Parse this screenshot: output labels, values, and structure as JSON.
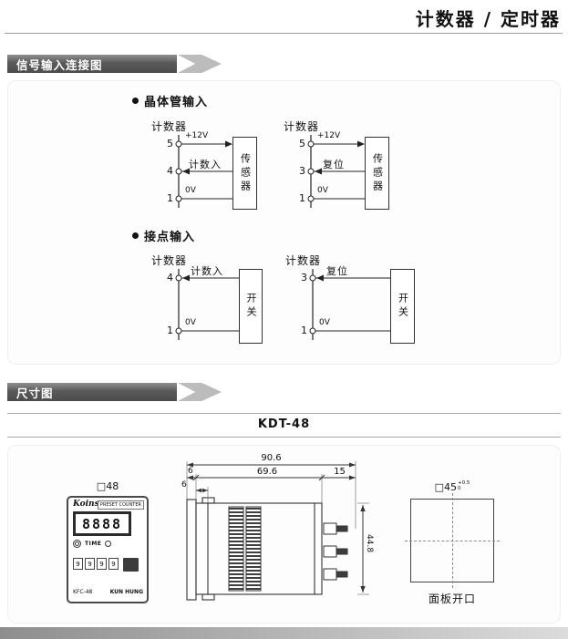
{
  "page": {
    "title": "计数器 / 定时器"
  },
  "banners": {
    "signal": "信号输入连接图",
    "dimensions": "尺寸图"
  },
  "signal_section": {
    "transistor": {
      "heading": "晶体管输入",
      "diagrams": [
        {
          "device": "计数器",
          "terminals": [
            "5",
            "4",
            "1"
          ],
          "wire_labels": [
            "+12V",
            "计数入",
            "0V"
          ],
          "target": "传感器"
        },
        {
          "device": "计数器",
          "terminals": [
            "5",
            "3",
            "1"
          ],
          "wire_labels": [
            "+12V",
            "复位",
            "0V"
          ],
          "target": "传感器"
        }
      ]
    },
    "contact": {
      "heading": "接点输入",
      "diagrams": [
        {
          "device": "计数器",
          "terminals": [
            "4",
            "1"
          ],
          "wire_labels": [
            "计数入",
            "0V"
          ],
          "target": "开关"
        },
        {
          "device": "计数器",
          "terminals": [
            "3",
            "1"
          ],
          "wire_labels": [
            "复位",
            "0V"
          ],
          "target": "开关"
        }
      ]
    }
  },
  "dimension_section": {
    "model": "KDT-48",
    "front_panel": {
      "size_label": "□48",
      "brand": "Koins",
      "product": "PRESET COUNTER",
      "display_value": "8888",
      "time_label": "TIME",
      "keys": [
        "9",
        "9",
        "9",
        "9"
      ],
      "model_label": "KFC-48",
      "maker": "KUN HUNG"
    },
    "side_view": {
      "total_width": "90.6",
      "bezel_depth": "6",
      "body_length": "69.6",
      "terminal_length": "15",
      "flange": "6",
      "height": "44.8"
    },
    "cutout": {
      "size": "□45",
      "tol_upper": "+0.5",
      "tol_lower": "0",
      "caption": "面板开口"
    }
  }
}
